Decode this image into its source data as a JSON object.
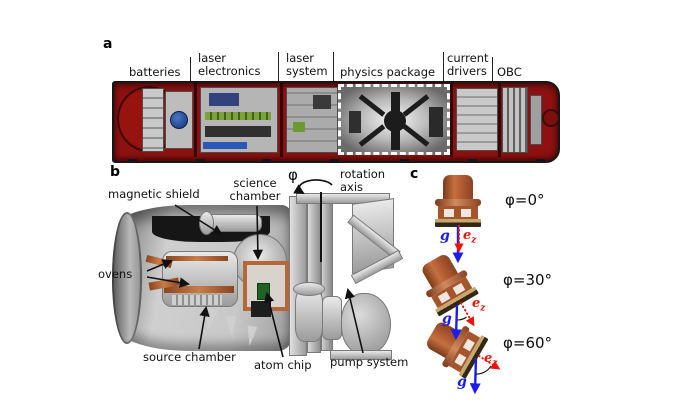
{
  "figure": {
    "panels": {
      "a": {
        "letter": "a",
        "section_labels": [
          "batteries",
          "laser\nelectronics",
          "laser\nsystem",
          "physics package",
          "current\ndrivers",
          "OBC"
        ]
      },
      "b": {
        "letter": "b",
        "labels": {
          "magnetic_shield": "magnetic shield",
          "science_chamber": "science\nchamber",
          "phi": "φ",
          "rotation_axis": "rotation\naxis",
          "ovens": "ovens",
          "source_chamber": "source chamber",
          "atom_chip": "atom chip",
          "pump_system": "pump system"
        }
      },
      "c": {
        "letter": "c",
        "orientations": [
          {
            "angle_label": "φ=0°",
            "angle_deg": 0
          },
          {
            "angle_label": "φ=30°",
            "angle_deg": 30
          },
          {
            "angle_label": "φ=60°",
            "angle_deg": 60
          }
        ],
        "vectors": {
          "gravity": "g",
          "ez_base": "e",
          "ez_sub": "z"
        }
      }
    },
    "colors": {
      "rocket_red": "#8c1110",
      "highlight_dash": "#ffffff",
      "gravity_blue": "#1c1cf0",
      "ez_red": "#ef1208",
      "copper": "#b35c32",
      "render_gray": "#c8c8c8"
    }
  }
}
